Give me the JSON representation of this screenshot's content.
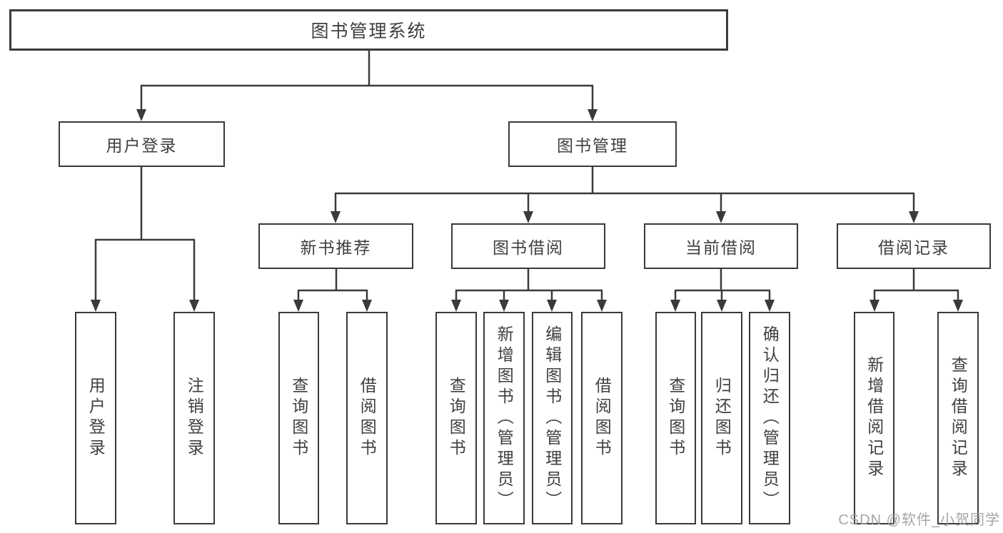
{
  "diagram_title": "图书管理系统",
  "colors": {
    "background": "#ffffff",
    "line": "#3a3a3a",
    "box_border": "#3a3a3a",
    "text": "#3f3f3f",
    "watermark": "#9c9c9c"
  },
  "tree": {
    "label": "图书管理系统",
    "children": [
      {
        "label": "用户登录",
        "children": [
          {
            "label": "用户登录"
          },
          {
            "label": "注销登录"
          }
        ]
      },
      {
        "label": "图书管理",
        "children": [
          {
            "label": "新书推荐",
            "children": [
              {
                "label": "查询图书"
              },
              {
                "label": "借阅图书"
              }
            ]
          },
          {
            "label": "图书借阅",
            "children": [
              {
                "label": "查询图书"
              },
              {
                "label": "新增图书（管理员）"
              },
              {
                "label": "编辑图书（管理员）"
              },
              {
                "label": "借阅图书"
              }
            ]
          },
          {
            "label": "当前借阅",
            "children": [
              {
                "label": "查询图书"
              },
              {
                "label": "归还图书"
              },
              {
                "label": "确认归还（管理员）"
              }
            ]
          },
          {
            "label": "借阅记录",
            "children": [
              {
                "label": "新增借阅记录"
              },
              {
                "label": "查询借阅记录"
              }
            ]
          }
        ]
      }
    ]
  },
  "watermark": {
    "text": "CSDN @软件_小贺同学"
  }
}
